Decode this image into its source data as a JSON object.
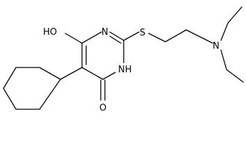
{
  "atoms": {
    "hydroxyl": "HO",
    "ring_nitrogen_top": "N",
    "sulfur": "S",
    "amine_nitrogen": "N",
    "ring_nh": "NH",
    "carbonyl_oxygen": "O"
  }
}
